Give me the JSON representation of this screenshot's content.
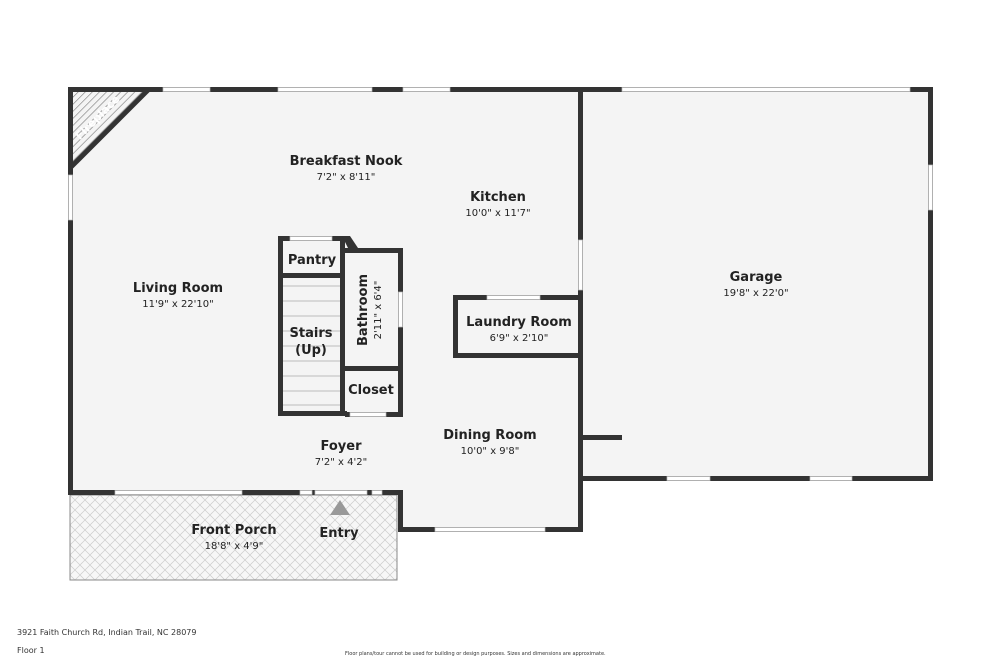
{
  "rooms": {
    "fireplace": {
      "name": "Fireplace"
    },
    "breakfast_nook": {
      "name": "Breakfast Nook",
      "dim": "7'2\" x 8'11\""
    },
    "kitchen": {
      "name": "Kitchen",
      "dim": "10'0\" x 11'7\""
    },
    "living_room": {
      "name": "Living Room",
      "dim": "11'9\" x 22'10\""
    },
    "pantry": {
      "name": "Pantry"
    },
    "stairs": {
      "name": "Stairs",
      "sub": "(Up)"
    },
    "bathroom": {
      "name": "Bathroom",
      "dim": "2'11\" x 6'4\""
    },
    "closet": {
      "name": "Closet"
    },
    "laundry_room": {
      "name": "Laundry Room",
      "dim": "6'9\" x 2'10\""
    },
    "garage": {
      "name": "Garage",
      "dim": "19'8\" x 22'0\""
    },
    "foyer": {
      "name": "Foyer",
      "dim": "7'2\" x 4'2\""
    },
    "dining_room": {
      "name": "Dining Room",
      "dim": "10'0\" x 9'8\""
    },
    "front_porch": {
      "name": "Front Porch",
      "dim": "18'8\" x 4'9\""
    },
    "entry": {
      "name": "Entry"
    }
  },
  "footer": {
    "address": "3921 Faith Church Rd, Indian Trail, NC 28079",
    "floor": "Floor 1",
    "disclaimer": "Floor plans/tour cannot be used for building or design purposes. Sizes and dimensions are approximate."
  },
  "colors": {
    "wall": "#333333",
    "floor": "#f4f4f4",
    "window": "#ffffff"
  }
}
